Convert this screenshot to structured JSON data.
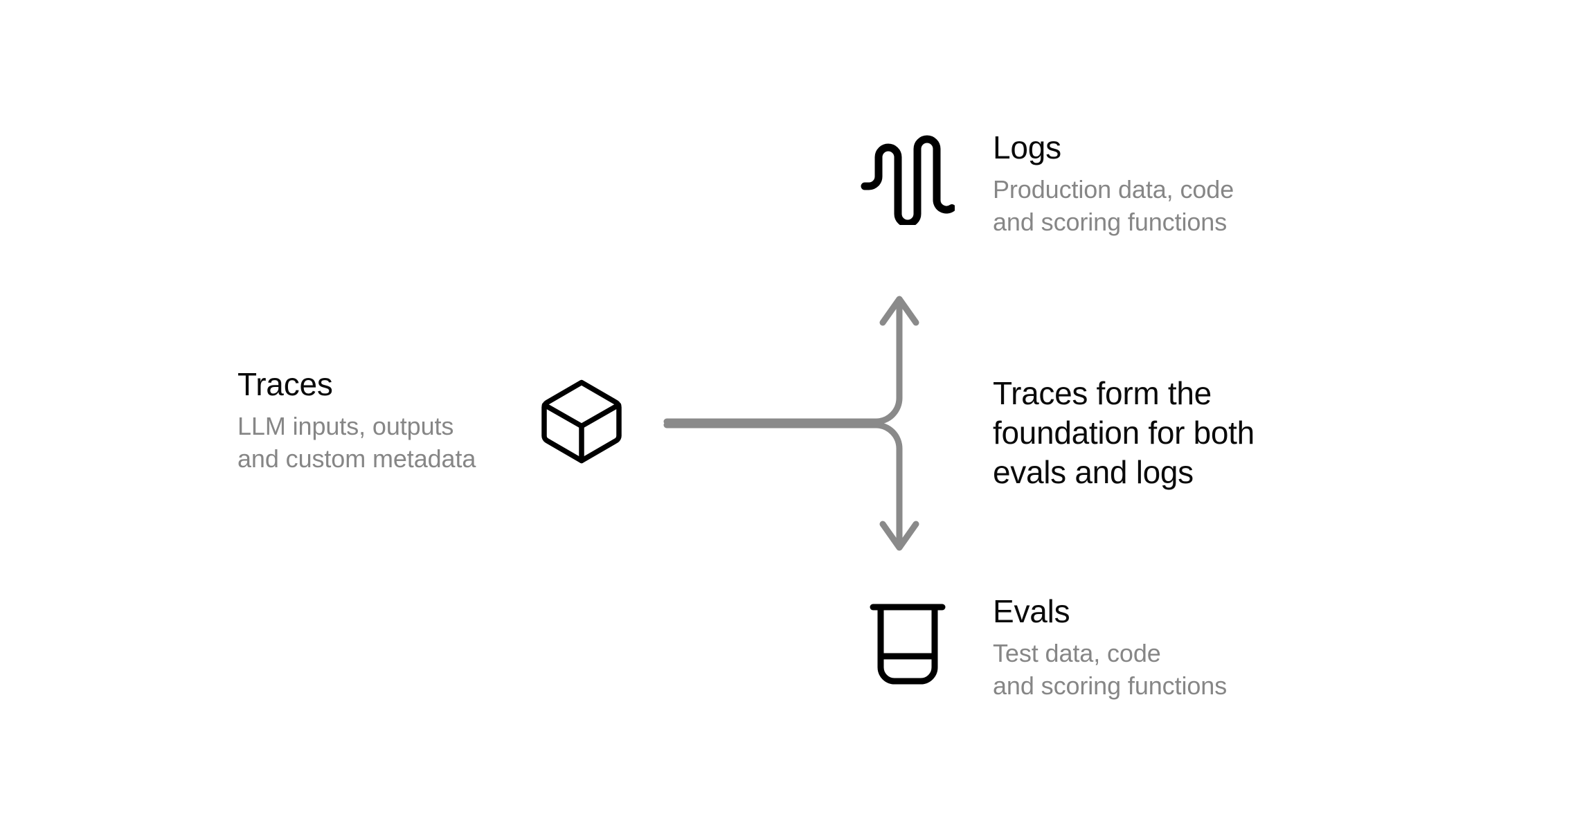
{
  "diagram": {
    "background_color": "#ffffff",
    "title_color": "#0a0a0a",
    "subtitle_color": "#868686",
    "connector_color": "#8a8a8a",
    "icon_color": "#000000"
  },
  "nodes": {
    "traces": {
      "title": "Traces",
      "subtitle": "LLM inputs, outputs\nand custom metadata",
      "icon": "cube-icon"
    },
    "logs": {
      "title": "Logs",
      "subtitle": "Production data, code\nand scoring functions",
      "icon": "waveform-icon"
    },
    "evals": {
      "title": "Evals",
      "subtitle": "Test data, code\nand scoring functions",
      "icon": "beaker-icon"
    }
  },
  "caption": {
    "text": "Traces form the\nfoundation for both\nevals and logs"
  },
  "connector": {
    "name": "branching-arrow-connector",
    "up_arrow": "arrow-up",
    "down_arrow": "arrow-down"
  }
}
